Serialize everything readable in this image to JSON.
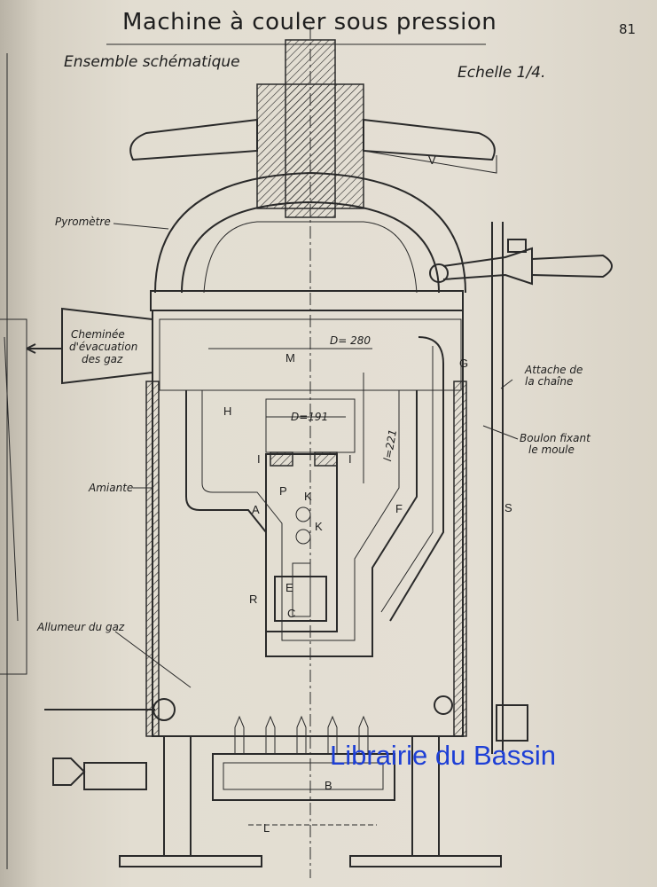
{
  "page": {
    "title": "Machine à couler sous pression",
    "page_number": "81",
    "subtitle": "Ensemble schématique",
    "scale": "Echelle 1/4."
  },
  "labels": {
    "pyrometre": "Pyromètre",
    "cheminee_1": "Cheminée",
    "cheminee_2": "d'évacuation",
    "cheminee_3": "des gaz",
    "amiante": "Amiante",
    "allumeur": "Allumeur du gaz",
    "attache_1": "Attache de",
    "attache_2": "la chaîne",
    "boulon_1": "Boulon fixant",
    "boulon_2": "le moule",
    "dim_d280": "D= 280",
    "dim_d191": "D=191",
    "dim_l221": "l=221"
  },
  "letters": {
    "V": "V",
    "M": "M",
    "H": "H",
    "G": "G",
    "I_left": "I",
    "I_right": "I",
    "A": "A",
    "P": "P",
    "K1": "K",
    "K2": "K",
    "F": "F",
    "S": "S",
    "E": "E",
    "R": "R",
    "C": "C",
    "B": "B",
    "L": "L"
  },
  "watermark": "Librairie du Bassin",
  "colors": {
    "ink": "#2a2a2a",
    "paper": "#e2ddd1",
    "watermark": "#1d3fd6"
  }
}
